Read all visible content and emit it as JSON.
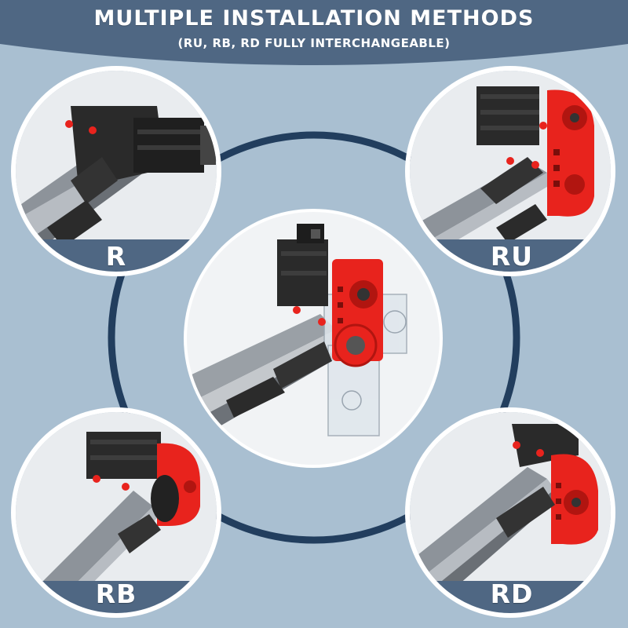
{
  "header": {
    "title": "MULTIPLE INSTALLATION METHODS",
    "subtitle": "(RU, RB, RD FULLY INTERCHANGEABLE)"
  },
  "labels": {
    "r": "R",
    "ru": "RU",
    "rb": "RB",
    "rd": "RD"
  },
  "colors": {
    "background": "#a9bfd1",
    "banner": "#4f6783",
    "ring": "#223e5e",
    "bracket_red": "#e8231d",
    "motor_black": "#222222"
  }
}
